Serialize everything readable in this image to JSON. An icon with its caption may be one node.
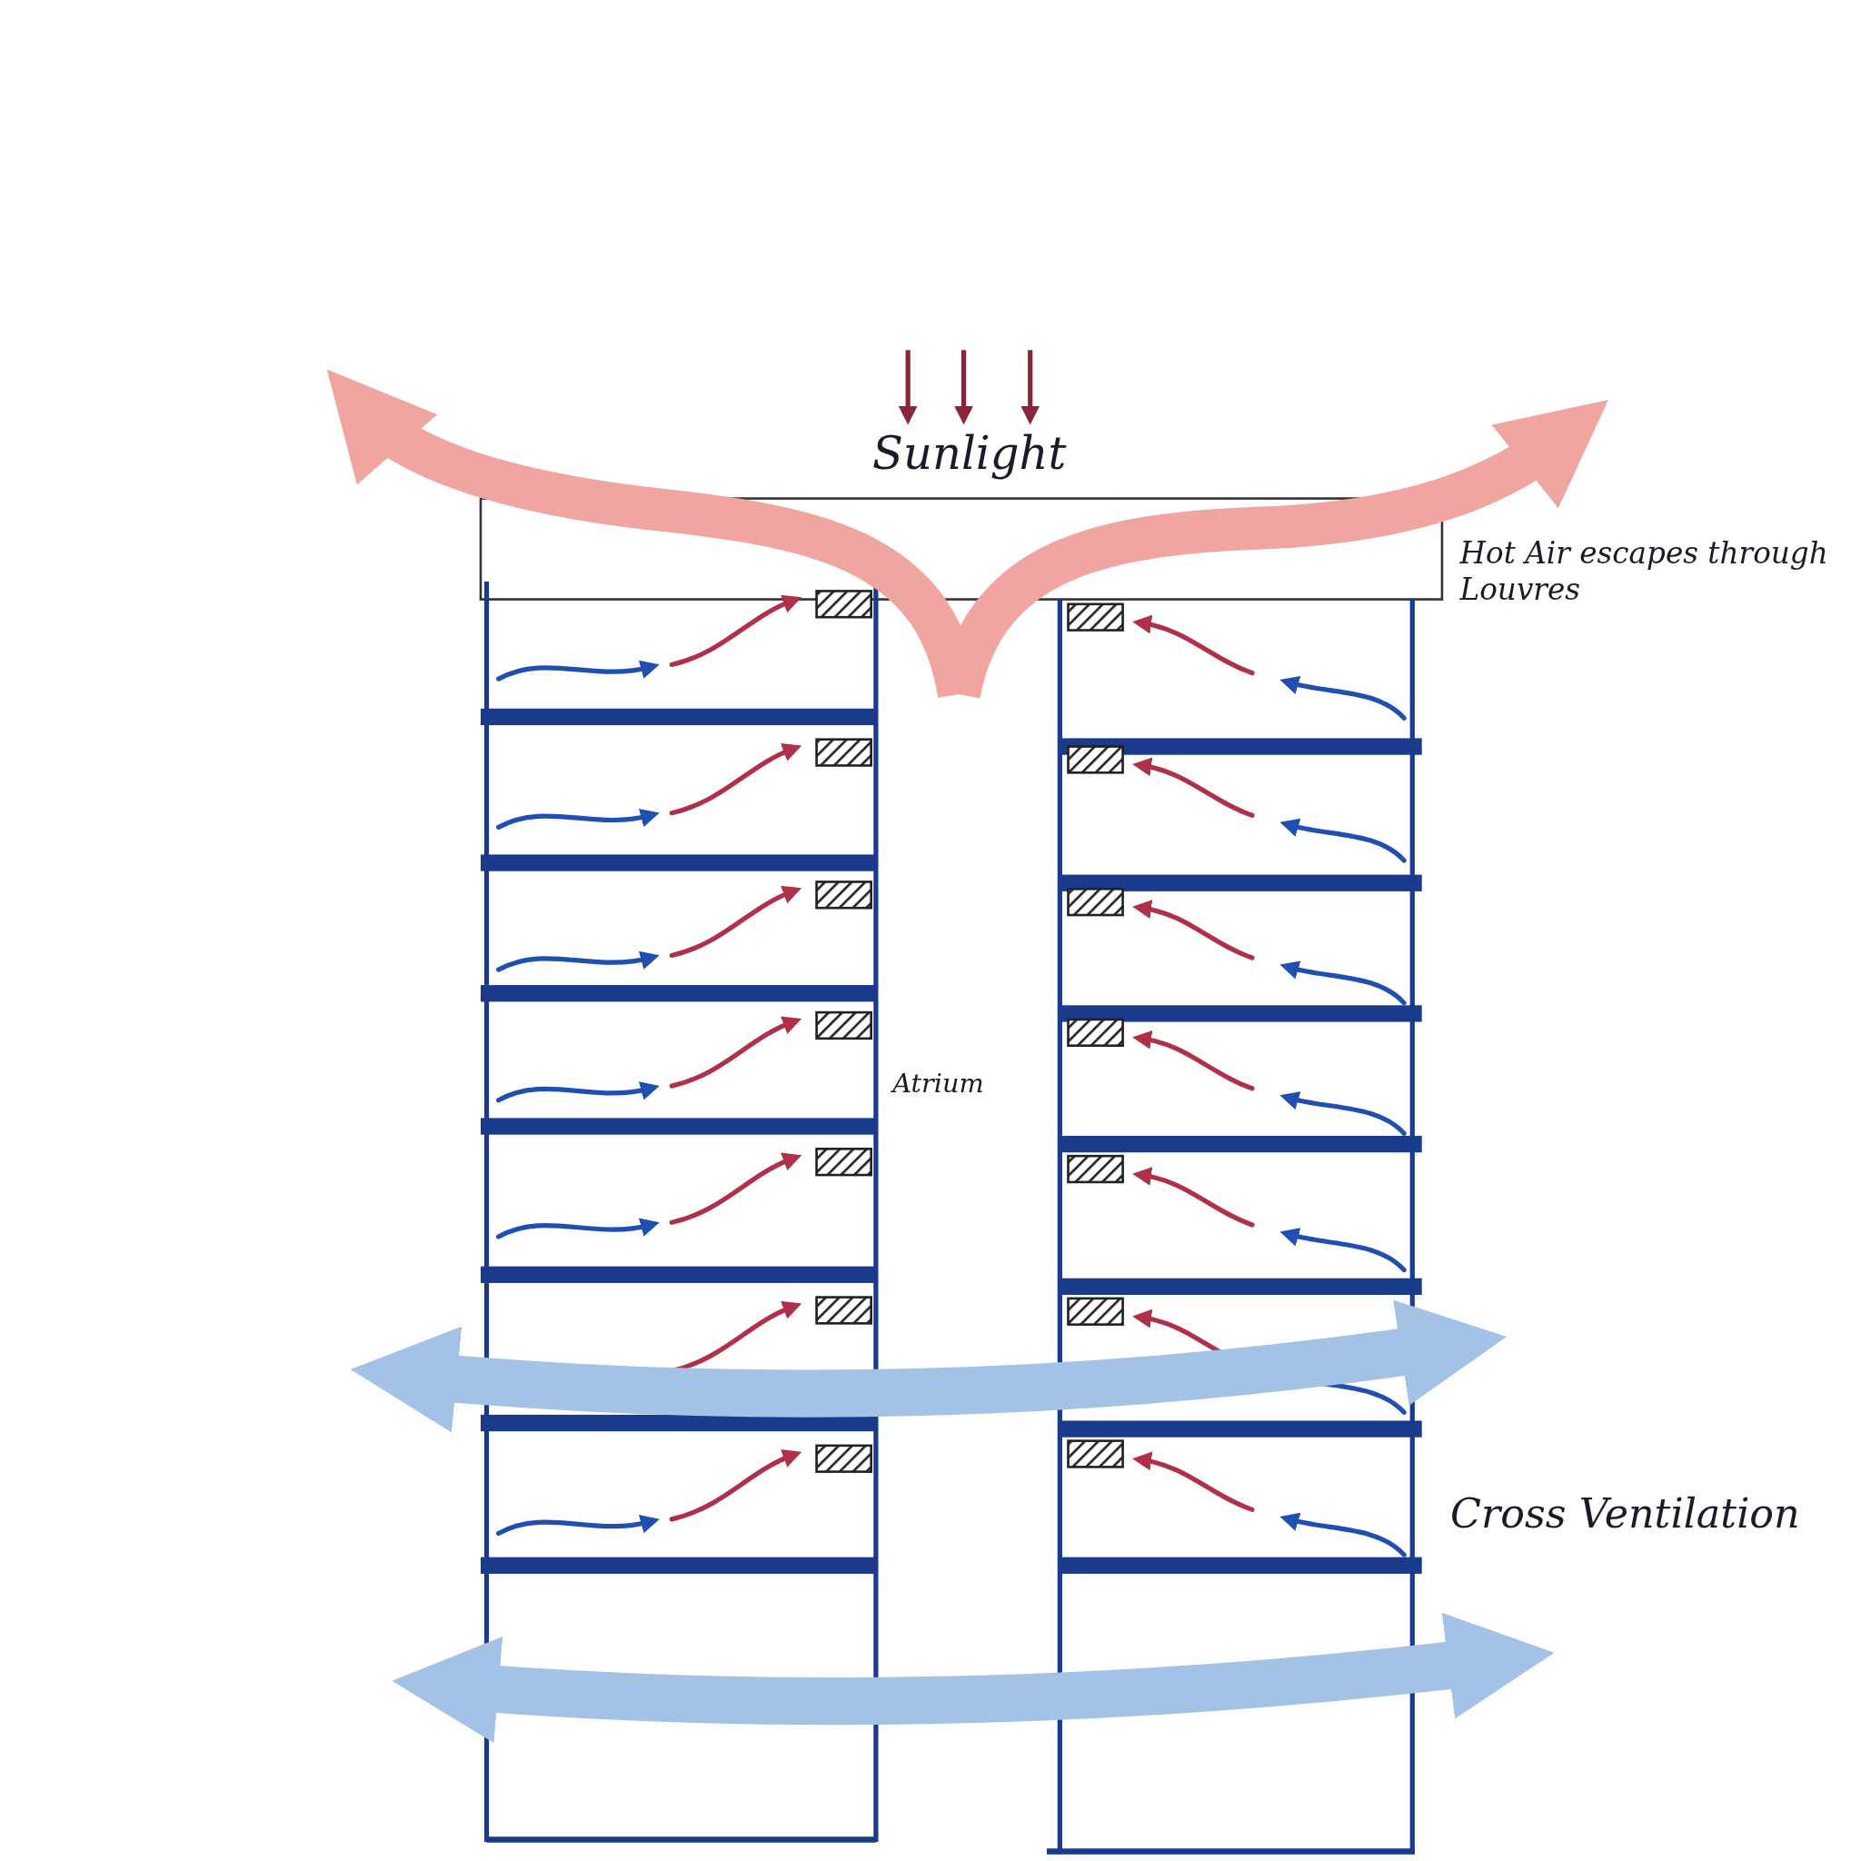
{
  "diagram": {
    "labels": [
      "Sunlight",
      "Hot Air escapes through Louvres",
      "Atrium",
      "Cross Ventilation"
    ]
  }
}
